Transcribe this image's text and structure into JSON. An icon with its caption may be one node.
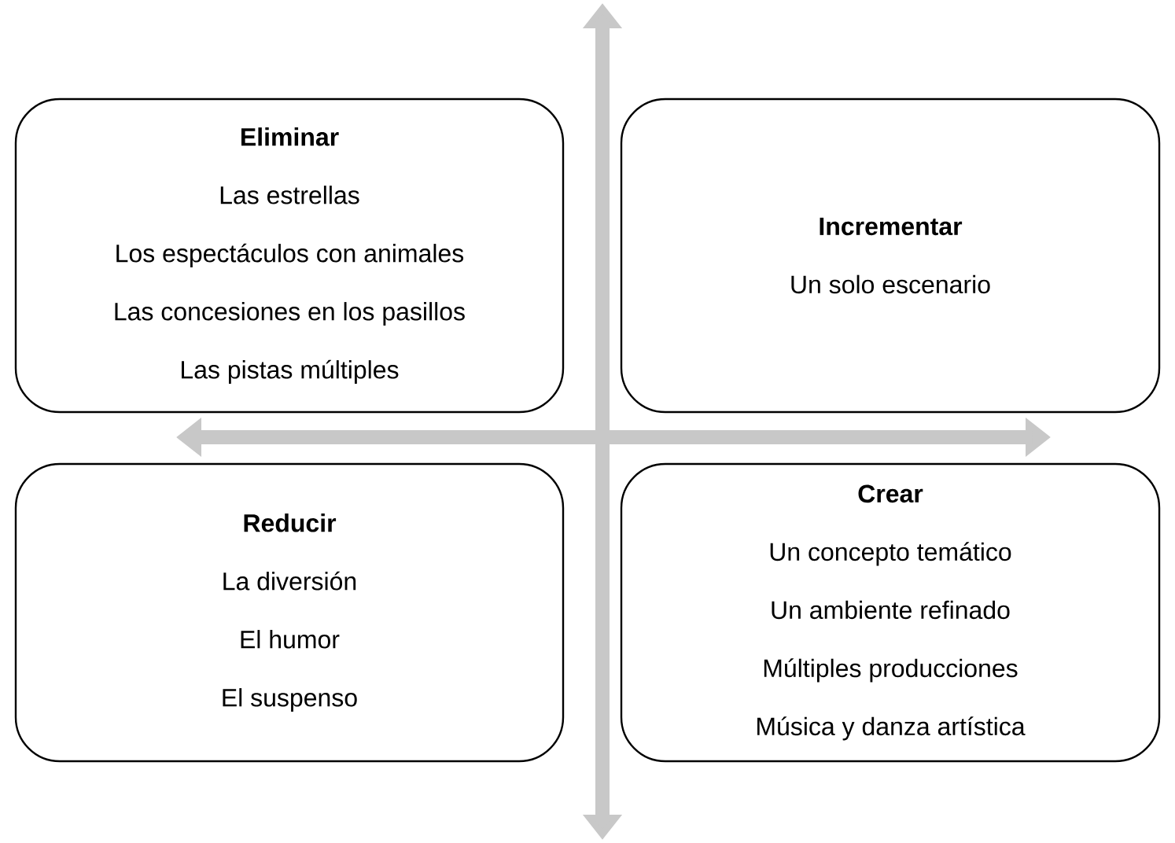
{
  "diagram": {
    "nodes": [
      {
        "text": [
          "Eliminar",
          "Las estrellas",
          "Los espectáculos con animales",
          "Las concesiones en los pasillos",
          "Las pistas múltiples"
        ]
      },
      {
        "text": [
          "Incrementar",
          "Un solo escenario"
        ]
      },
      {
        "text": [
          "Reducir",
          "La diversión",
          "El humor",
          "El suspenso"
        ]
      },
      {
        "text": [
          "Crear",
          "Un concepto temático",
          "Un ambiente refinado",
          "Múltiples producciones",
          "Música y danza artística"
        ]
      }
    ]
  }
}
